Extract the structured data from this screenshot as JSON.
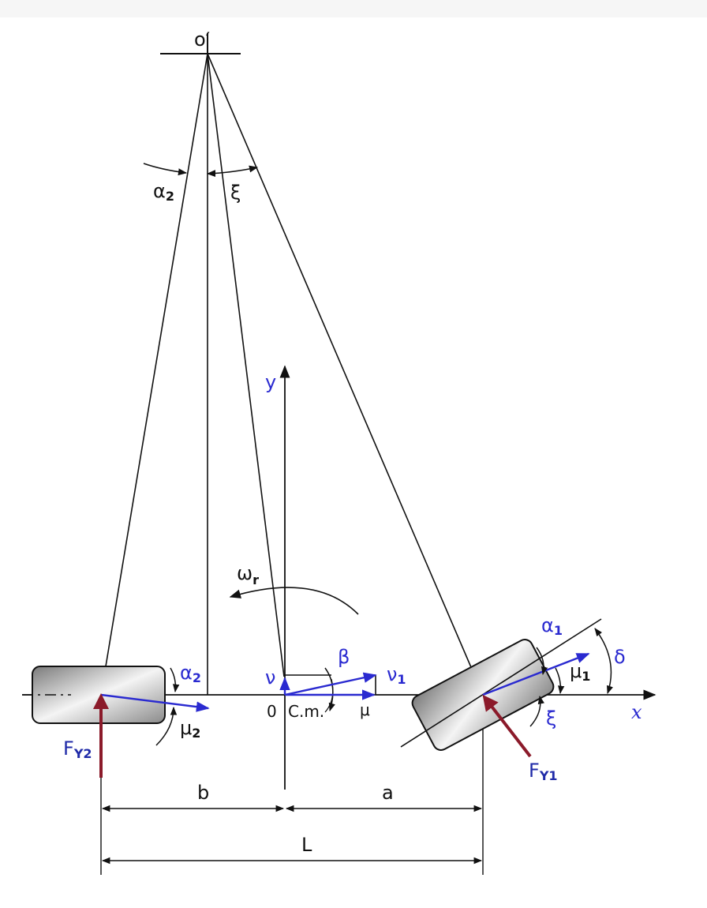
{
  "labels": {
    "pole": "o′",
    "alpha2_top": "α",
    "alpha2_top_sub": "2",
    "xi_top": "ξ",
    "y_axis": "y",
    "x_axis": "x",
    "omega": "ω",
    "omega_sub": "r",
    "nu": "ν",
    "beta": "β",
    "nu1": "ν",
    "nu1_sub": "1",
    "mu": "μ",
    "origin": "0",
    "cm": "C.m.",
    "alpha2_rear": "α",
    "alpha2_rear_sub": "2",
    "mu2": "μ",
    "mu2_sub": "2",
    "fy2": "F",
    "fy2_sub": "Y2",
    "alpha1": "α",
    "alpha1_sub": "1",
    "mu1": "μ",
    "mu1_sub": "1",
    "delta": "δ",
    "xi_front": "ξ",
    "fy1": "F",
    "fy1_sub": "Y1",
    "dim_b": "b",
    "dim_a": "a",
    "dim_L": "L"
  },
  "colors": {
    "line": "#111111",
    "velocity": "#2a2ad0",
    "force": "#8b1a2a",
    "label_blue": "#1f2aa8",
    "wheel_dark": "#6e6e6e",
    "wheel_light": "#f2f2f2"
  }
}
